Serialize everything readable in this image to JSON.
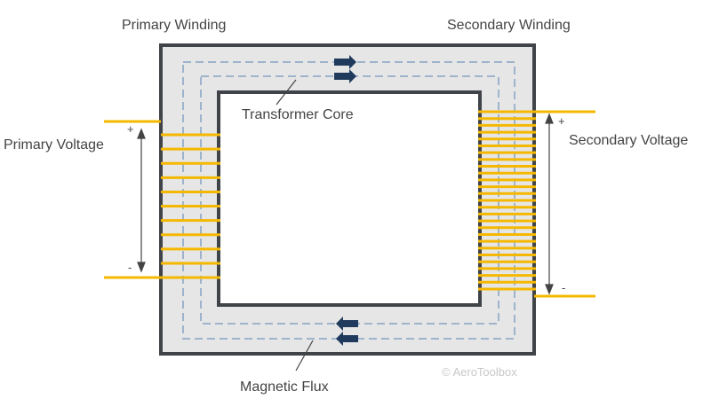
{
  "labels": {
    "primary_winding": "Primary Winding",
    "secondary_winding": "Secondary Winding",
    "transformer_core": "Transformer Core",
    "primary_voltage": "Primary Voltage",
    "secondary_voltage": "Secondary Voltage",
    "magnetic_flux": "Magnetic Flux",
    "plus": "+",
    "minus": "-",
    "copyright": "© AeroToolbox"
  },
  "windings": {
    "primary_turns": 10,
    "secondary_turns": 27
  },
  "colors": {
    "core_fill": "#e6e6e6",
    "core_outline": "#404449",
    "winding": "#f5b800",
    "flux_line": "#9eb3cc",
    "flux_arrow": "#1f3a5c",
    "text": "#444444",
    "copyright": "#c8c8c8"
  }
}
